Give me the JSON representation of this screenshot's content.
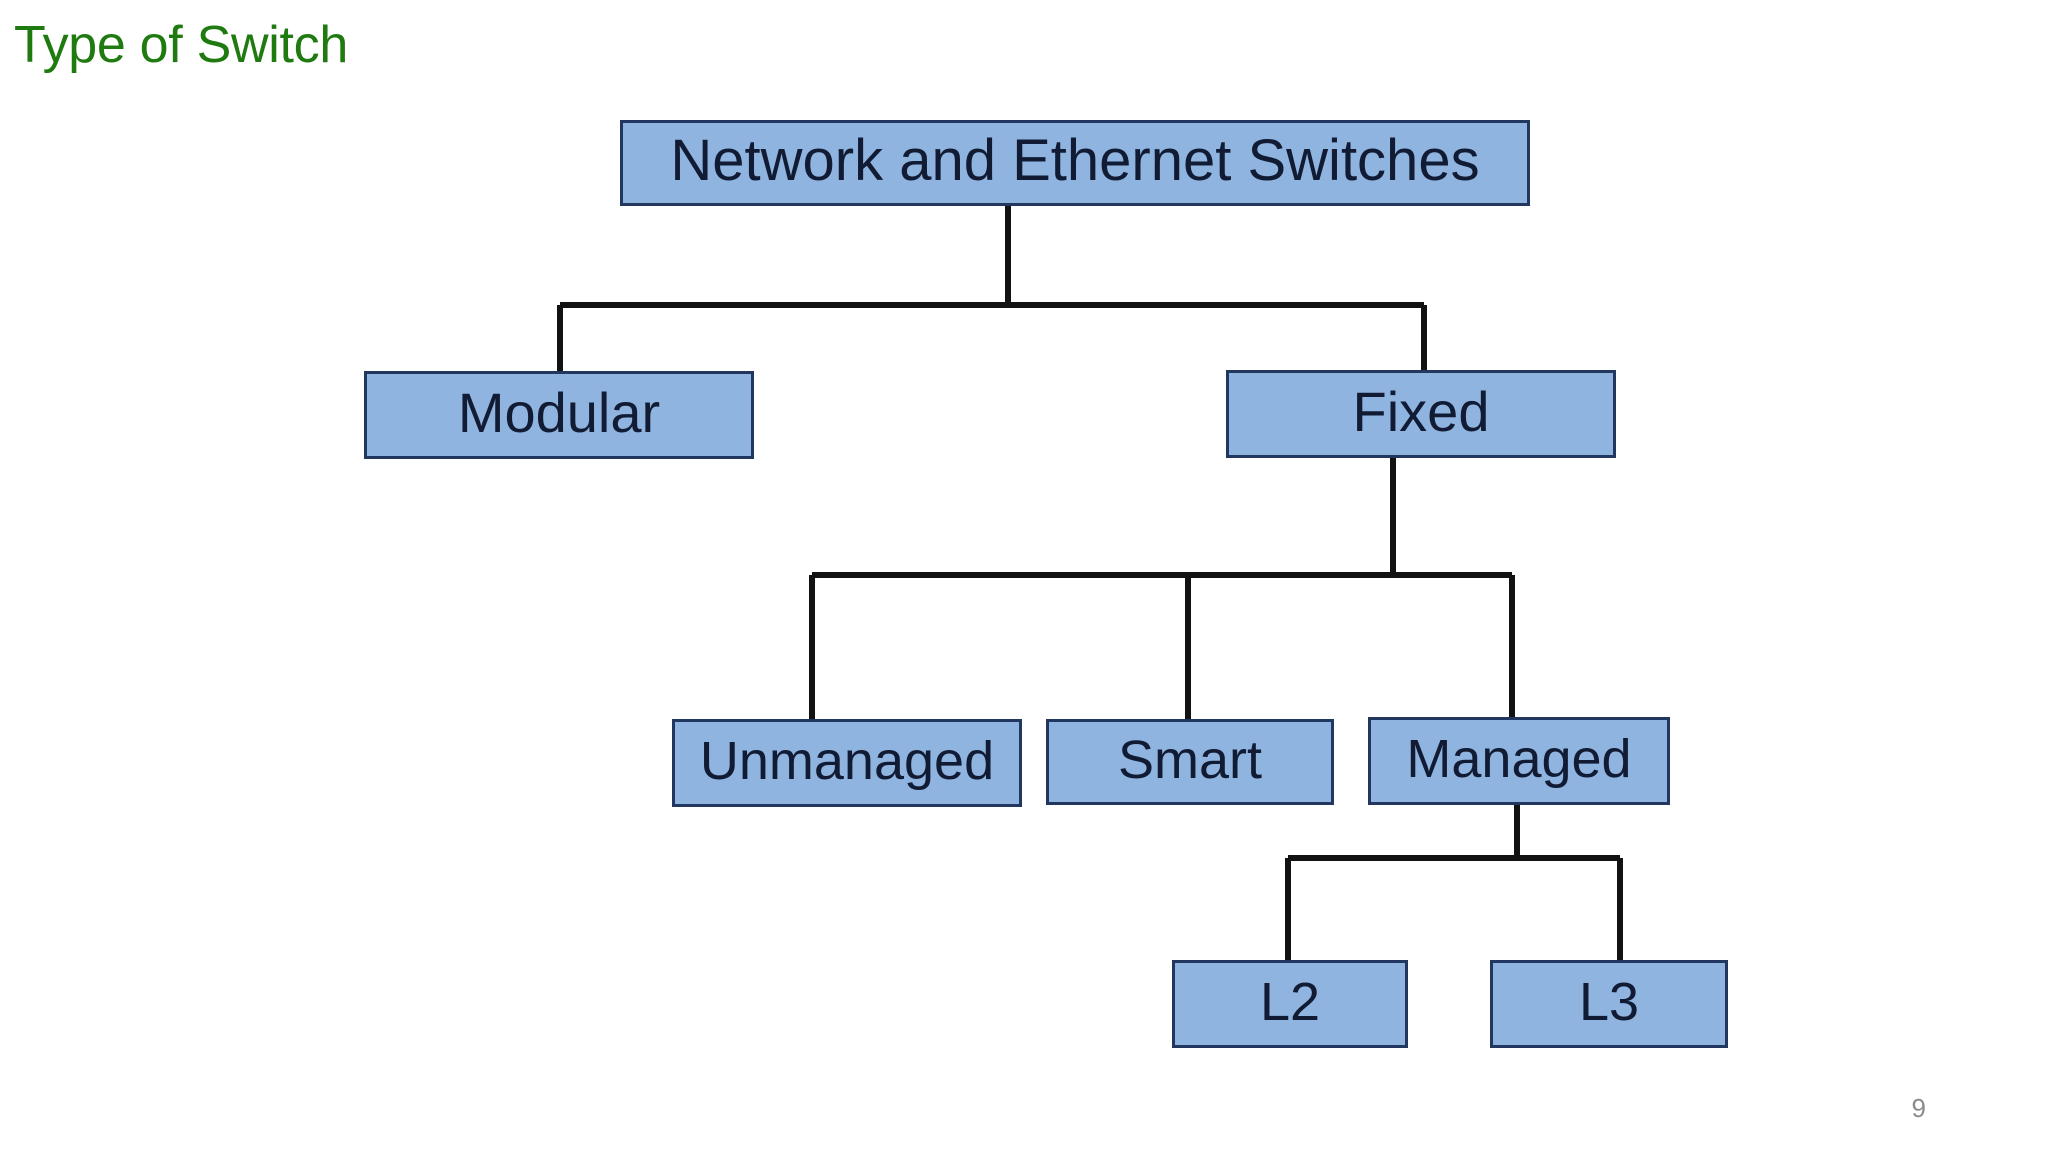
{
  "slide": {
    "title": "Type of Switch",
    "page_number": "9",
    "title_color": "#1f7a10",
    "background_color": "#ffffff"
  },
  "diagram": {
    "type": "tree",
    "node_fill_color": "#8fb4e0",
    "node_border_color": "#22375f",
    "node_text_color": "#111b33",
    "connector_color": "#121212",
    "nodes": [
      {
        "id": "root",
        "label": "Network and Ethernet Switches",
        "level": 1,
        "parent": null
      },
      {
        "id": "modular",
        "label": "Modular",
        "level": 2,
        "parent": "root"
      },
      {
        "id": "fixed",
        "label": "Fixed",
        "level": 2,
        "parent": "root"
      },
      {
        "id": "unmanaged",
        "label": "Unmanaged",
        "level": 3,
        "parent": "fixed"
      },
      {
        "id": "smart",
        "label": "Smart",
        "level": 3,
        "parent": "fixed"
      },
      {
        "id": "managed",
        "label": "Managed",
        "level": 3,
        "parent": "fixed"
      },
      {
        "id": "l2",
        "label": "L2",
        "level": 4,
        "parent": "managed"
      },
      {
        "id": "l3",
        "label": "L3",
        "level": 4,
        "parent": "managed"
      }
    ],
    "edges": [
      {
        "from": "root",
        "to": "modular"
      },
      {
        "from": "root",
        "to": "fixed"
      },
      {
        "from": "fixed",
        "to": "unmanaged"
      },
      {
        "from": "fixed",
        "to": "smart"
      },
      {
        "from": "fixed",
        "to": "managed"
      },
      {
        "from": "managed",
        "to": "l2"
      },
      {
        "from": "managed",
        "to": "l3"
      }
    ]
  }
}
